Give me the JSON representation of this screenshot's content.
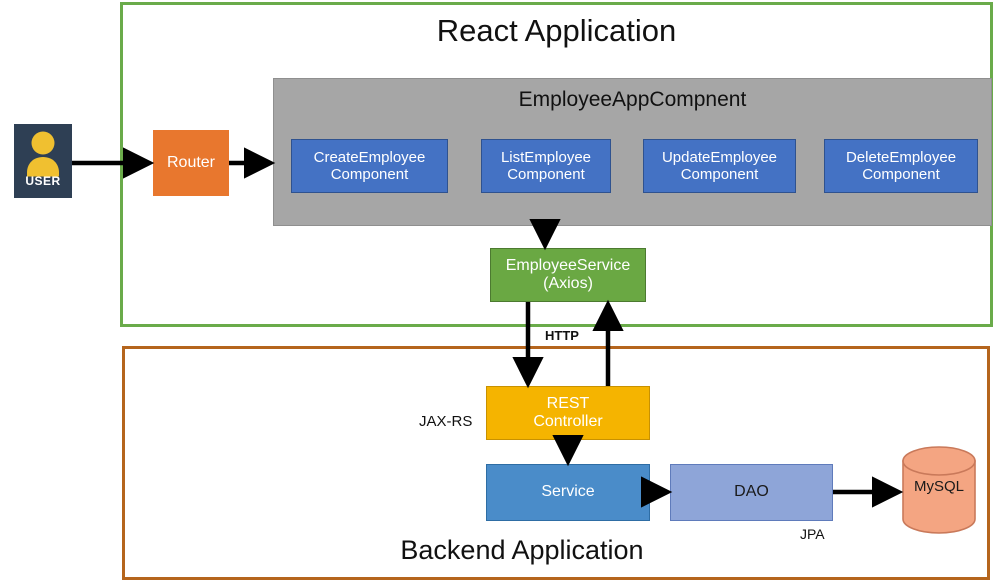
{
  "diagram": {
    "frames": {
      "react": {
        "title": "React Application",
        "border_color": "#6aab4a"
      },
      "backend": {
        "title": "Backend Application",
        "border_color": "#b5651d"
      }
    },
    "actor": {
      "label": "USER",
      "icon": "user-person-icon",
      "box_color": "#2e3f54",
      "glyph_color": "#f0c030"
    },
    "router": {
      "label": "Router",
      "color": "#e8772e"
    },
    "app_component": {
      "title": "EmployeeAppCompnent",
      "color": "#a6a6a6"
    },
    "components": [
      {
        "line1": "CreateEmployee",
        "line2": "Component",
        "color": "#4472c4"
      },
      {
        "line1": "ListEmployee",
        "line2": "Component",
        "color": "#4472c4"
      },
      {
        "line1": "UpdateEmployee",
        "line2": "Component",
        "color": "#4472c4"
      },
      {
        "line1": "DeleteEmployee",
        "line2": "Component",
        "color": "#4472c4"
      }
    ],
    "employee_service": {
      "line1": "EmployeeService",
      "line2": "(Axios)",
      "color": "#6aa843"
    },
    "rest_controller": {
      "line1": "REST",
      "line2": "Controller",
      "color": "#f5b400"
    },
    "service": {
      "label": "Service",
      "color": "#4a8cc9"
    },
    "dao": {
      "label": "DAO",
      "color": "#8ea5d8"
    },
    "database": {
      "label": "MySQL",
      "color": "#f4a582",
      "shape": "cylinder"
    },
    "edge_labels": {
      "http": "HTTP",
      "jaxrs": "JAX-RS",
      "jpa": "JPA"
    }
  }
}
